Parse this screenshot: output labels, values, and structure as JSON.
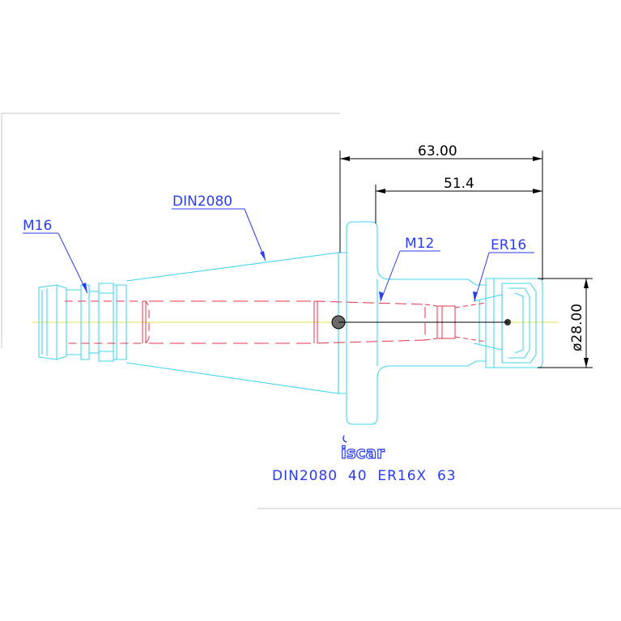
{
  "drawing": {
    "dimensions": {
      "overall_length": "63.00",
      "projection_length": "51.4",
      "diameter": "ø28.00"
    },
    "labels": {
      "taper": "DIN2080",
      "pull_thread": "M16",
      "inner_thread": "M12",
      "collet": "ER16"
    },
    "brand": "iscar",
    "caption": "DIN2080  40  ER16X  63",
    "colors": {
      "outline": "#44d6ee",
      "hidden": "#e8344a",
      "centerline": "#e9e34a",
      "leader": "#2a3df2",
      "dimension": "#000000"
    }
  }
}
